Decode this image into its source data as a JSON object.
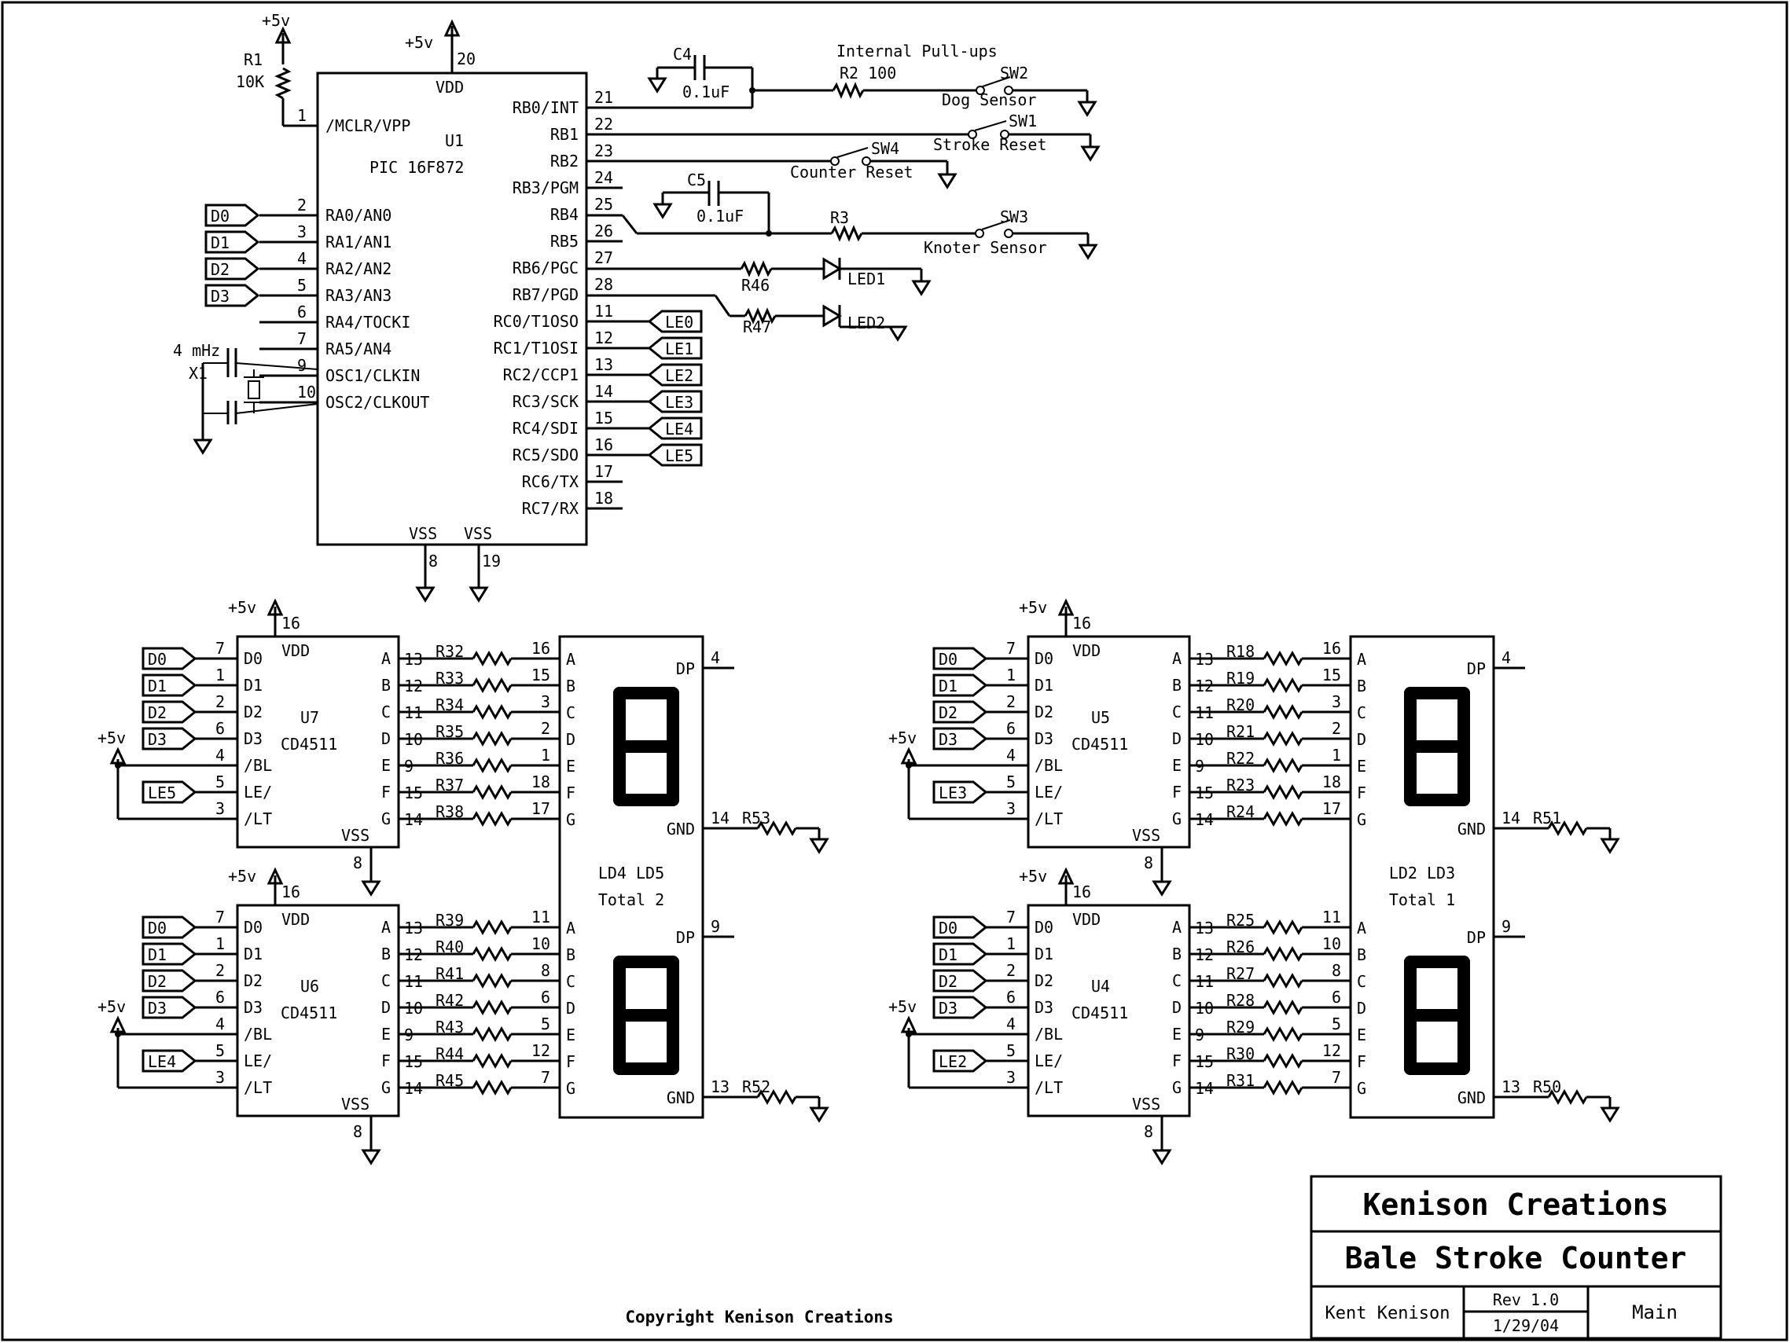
{
  "colors": {
    "ink": "#000000",
    "paper": "#ffffff"
  },
  "mcu": {
    "ref": "U1",
    "part": "PIC 16F872",
    "vdd": "VDD",
    "vdd_pin": "20",
    "vdd_supply": "+5v",
    "vss": "VSS",
    "vss_pins": [
      "8",
      "19"
    ],
    "left_pins": [
      {
        "num": "1",
        "name": "/MCLR/VPP"
      },
      {
        "num": "2",
        "name": "RA0/AN0"
      },
      {
        "num": "3",
        "name": "RA1/AN1"
      },
      {
        "num": "4",
        "name": "RA2/AN2"
      },
      {
        "num": "5",
        "name": "RA3/AN3"
      },
      {
        "num": "6",
        "name": "RA4/TOCKI"
      },
      {
        "num": "7",
        "name": "RA5/AN4"
      },
      {
        "num": "9",
        "name": "OSC1/CLKIN"
      },
      {
        "num": "10",
        "name": "OSC2/CLKOUT"
      }
    ],
    "right_pins": [
      {
        "num": "21",
        "name": "RB0/INT"
      },
      {
        "num": "22",
        "name": "RB1"
      },
      {
        "num": "23",
        "name": "RB2"
      },
      {
        "num": "24",
        "name": "RB3/PGM"
      },
      {
        "num": "25",
        "name": "RB4"
      },
      {
        "num": "26",
        "name": "RB5"
      },
      {
        "num": "27",
        "name": "RB6/PGC"
      },
      {
        "num": "28",
        "name": "RB7/PGD"
      },
      {
        "num": "11",
        "name": "RC0/T1OSO"
      },
      {
        "num": "12",
        "name": "RC1/T1OSI"
      },
      {
        "num": "13",
        "name": "RC2/CCP1"
      },
      {
        "num": "14",
        "name": "RC3/SCK"
      },
      {
        "num": "15",
        "name": "RC4/SDI"
      },
      {
        "num": "16",
        "name": "RC5/SDO"
      },
      {
        "num": "17",
        "name": "RC6/TX"
      },
      {
        "num": "18",
        "name": "RC7/RX"
      }
    ],
    "data_ports": [
      "D0",
      "D1",
      "D2",
      "D3"
    ],
    "latch_ports": [
      "LE0",
      "LE1",
      "LE2",
      "LE3",
      "LE4",
      "LE5"
    ]
  },
  "mclr": {
    "supply": "+5v",
    "ref": "R1",
    "value": "10K"
  },
  "crystal": {
    "freq": "4 mHz",
    "ref": "X1"
  },
  "inputs": {
    "note": "Internal Pull-ups",
    "c4": {
      "ref": "C4",
      "value": "0.1uF"
    },
    "c5": {
      "ref": "C5",
      "value": "0.1uF"
    },
    "r2": "R2 100",
    "r3": "R3",
    "sw2": {
      "ref": "SW2",
      "label": "Dog Sensor"
    },
    "sw1": {
      "ref": "SW1",
      "label": "Stroke Reset"
    },
    "sw4": {
      "ref": "SW4",
      "label": "Counter Reset"
    },
    "sw3": {
      "ref": "SW3",
      "label": "Knoter Sensor"
    }
  },
  "leds": [
    {
      "res": "R46",
      "label": "LED1"
    },
    {
      "res": "R47",
      "label": "LED2"
    }
  ],
  "decoder_pins": {
    "vdd": "VDD",
    "vdd_pin": "16",
    "vss": "VSS",
    "vss_pin": "8",
    "left": [
      {
        "num": "7",
        "name": "D0"
      },
      {
        "num": "1",
        "name": "D1"
      },
      {
        "num": "2",
        "name": "D2"
      },
      {
        "num": "6",
        "name": "D3"
      },
      {
        "num": "4",
        "name": "/BL"
      },
      {
        "num": "5",
        "name": "LE/"
      },
      {
        "num": "3",
        "name": "/LT"
      }
    ],
    "right": [
      {
        "num": "13",
        "name": "A"
      },
      {
        "num": "12",
        "name": "B"
      },
      {
        "num": "11",
        "name": "C"
      },
      {
        "num": "10",
        "name": "D"
      },
      {
        "num": "9",
        "name": "E"
      },
      {
        "num": "15",
        "name": "F"
      },
      {
        "num": "14",
        "name": "G"
      }
    ],
    "supply": "+5v"
  },
  "display_pins": {
    "segments": [
      "A",
      "B",
      "C",
      "D",
      "E",
      "F",
      "G"
    ],
    "top_nums": [
      "16",
      "15",
      "3",
      "2",
      "1",
      "18",
      "17"
    ],
    "bottom_nums": [
      "11",
      "10",
      "8",
      "6",
      "5",
      "12",
      "7"
    ],
    "dp": "DP",
    "gnd": "GND",
    "top_dp_pin": "4",
    "top_gnd_pin": "14",
    "bottom_dp_pin": "9",
    "bottom_gnd_pin": "13"
  },
  "groups": [
    {
      "display_label": "LD4 LD5",
      "display_sub": "Total 2",
      "upper": {
        "ref": "U7",
        "part": "CD4511",
        "le": "LE5",
        "res": [
          "R32",
          "R33",
          "R34",
          "R35",
          "R36",
          "R37",
          "R38"
        ]
      },
      "lower": {
        "ref": "U6",
        "part": "CD4511",
        "le": "LE4",
        "res": [
          "R39",
          "R40",
          "R41",
          "R42",
          "R43",
          "R44",
          "R45"
        ]
      },
      "gnd_res_top": "R53",
      "gnd_res_bottom": "R52"
    },
    {
      "display_label": "LD2 LD3",
      "display_sub": "Total 1",
      "upper": {
        "ref": "U5",
        "part": "CD4511",
        "le": "LE3",
        "res": [
          "R18",
          "R19",
          "R20",
          "R21",
          "R22",
          "R23",
          "R24"
        ]
      },
      "lower": {
        "ref": "U4",
        "part": "CD4511",
        "le": "LE2",
        "res": [
          "R25",
          "R26",
          "R27",
          "R28",
          "R29",
          "R30",
          "R31"
        ]
      },
      "gnd_res_top": "R51",
      "gnd_res_bottom": "R50"
    }
  ],
  "title_block": {
    "company": "Kenison Creations",
    "title": "Bale Stroke Counter",
    "author": "Kent Kenison",
    "rev": "Rev 1.0",
    "date": "1/29/04",
    "sheet": "Main"
  },
  "copyright": "Copyright Kenison Creations"
}
